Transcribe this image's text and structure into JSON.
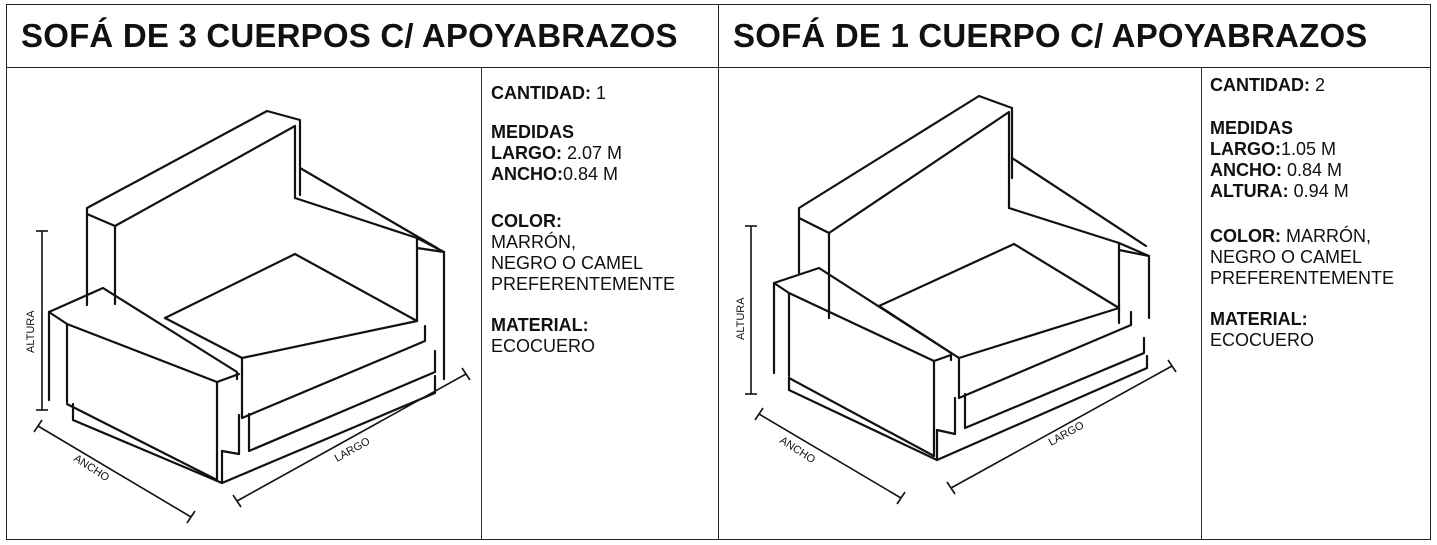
{
  "panels": [
    {
      "title": "SOFÁ DE 3 CUERPOS C/ APOYABRAZOS",
      "cantidad_label": "CANTIDAD:",
      "cantidad_value": "1",
      "medidas_label": "MEDIDAS",
      "largo_label": "LARGO:",
      "largo_value": "2.07 M",
      "ancho_label": "ANCHO:",
      "ancho_value": "0.84 M",
      "color_label": "COLOR:",
      "color_line1": "MARRÓN,",
      "color_line2": "NEGRO O CAMEL",
      "color_line3": "PREFERENTEMENTE",
      "material_label": "MATERIAL:",
      "material_value": "ECOCUERO",
      "dim_altura": "ALTURA",
      "dim_ancho": "ANCHO",
      "dim_largo": "LARGO"
    },
    {
      "title": "SOFÁ DE 1 CUERPO C/ APOYABRAZOS",
      "cantidad_label": "CANTIDAD:",
      "cantidad_value": "2",
      "medidas_label": "MEDIDAS",
      "largo_label": "LARGO:",
      "largo_value": "1.05 M",
      "ancho_label": "ANCHO:",
      "ancho_value": "0.84 M",
      "altura_label": "ALTURA:",
      "altura_value": "0.94 M",
      "color_label": "COLOR:",
      "color_line1": "MARRÓN,",
      "color_line2": "NEGRO O CAMEL",
      "color_line3": "PREFERENTEMENTE",
      "material_label": "MATERIAL:",
      "material_value": "ECOCUERO",
      "dim_altura": "ALTURA",
      "dim_ancho": "ANCHO",
      "dim_largo": "LARGO"
    }
  ]
}
